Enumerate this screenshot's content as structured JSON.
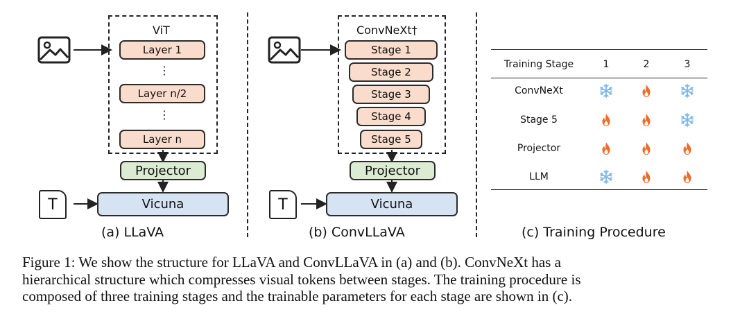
{
  "llava": {
    "encoder_label": "ViT",
    "layers": [
      "Layer 1",
      "Layer n/2",
      "Layer n"
    ],
    "dots": "⋮",
    "projector": "Projector",
    "llm": "Vicuna",
    "text_input": "T",
    "caption": "(a) LLaVA"
  },
  "convllava": {
    "encoder_label": "ConvNeXt†",
    "stages": [
      "Stage 1",
      "Stage 2",
      "Stage 3",
      "Stage 4",
      "Stage 5"
    ],
    "projector": "Projector",
    "llm": "Vicuna",
    "text_input": "T",
    "caption": "(b) ConvLLaVA"
  },
  "training": {
    "caption": "(c) Training Procedure",
    "header": [
      "Training Stage",
      "1",
      "2",
      "3"
    ],
    "rows": [
      {
        "module": "ConvNeXt",
        "states": [
          "frozen",
          "trainable",
          "frozen"
        ]
      },
      {
        "module": "Stage 5",
        "states": [
          "trainable",
          "trainable",
          "frozen"
        ]
      },
      {
        "module": "Projector",
        "states": [
          "trainable",
          "trainable",
          "trainable"
        ]
      },
      {
        "module": "LLM",
        "states": [
          "frozen",
          "trainable",
          "trainable"
        ]
      }
    ],
    "colors": {
      "frozen": "#7fb8e6",
      "trainable": "#f06a2a"
    }
  },
  "figure_caption": [
    "Figure 1: We show the structure for LLaVA and ConvLLaVA in (a) and (b). ConvNeXt has a",
    "hierarchical structure which compresses visual tokens between stages. The training procedure is",
    "composed of three training stages and the trainable parameters for each stage are shown in (c)."
  ],
  "colors": {
    "layer_fill": "#f9dccb",
    "projector_fill": "#dcecd2",
    "llm_fill": "#d6e3f2"
  }
}
